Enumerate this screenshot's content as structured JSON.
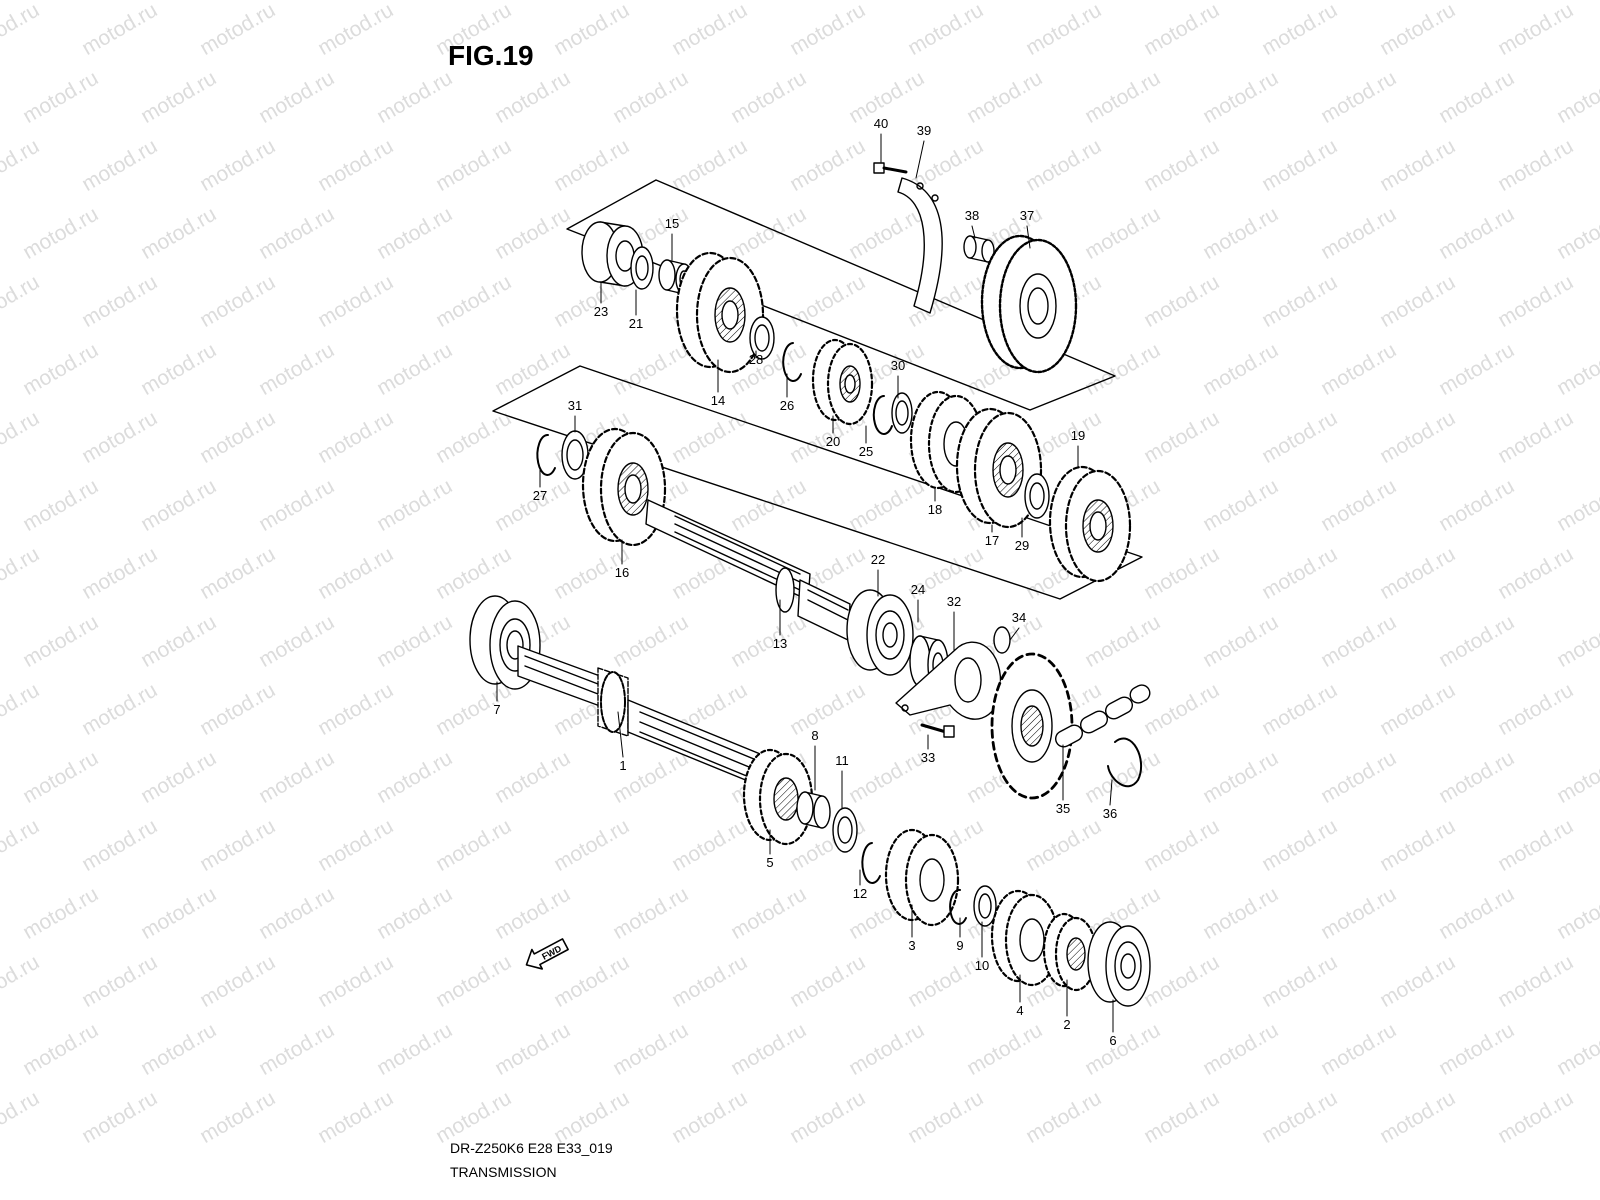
{
  "figure": {
    "title": "FIG.19",
    "model_code": "DR-Z250K6 E28 E33_019",
    "section_name": "TRANSMISSION",
    "fwd_label": "FWD",
    "watermark_text": "motod.ru"
  },
  "callouts": [
    "1",
    "2",
    "3",
    "4",
    "5",
    "6",
    "7",
    "8",
    "9",
    "10",
    "11",
    "12",
    "13",
    "14",
    "15",
    "16",
    "17",
    "18",
    "19",
    "20",
    "21",
    "22",
    "23",
    "24",
    "25",
    "26",
    "27",
    "28",
    "29",
    "30",
    "31",
    "32",
    "33",
    "34",
    "35",
    "36",
    "37",
    "38",
    "39",
    "40"
  ],
  "colors": {
    "ink": "#000000",
    "watermark": "#dcdcdc",
    "background": "#ffffff"
  }
}
